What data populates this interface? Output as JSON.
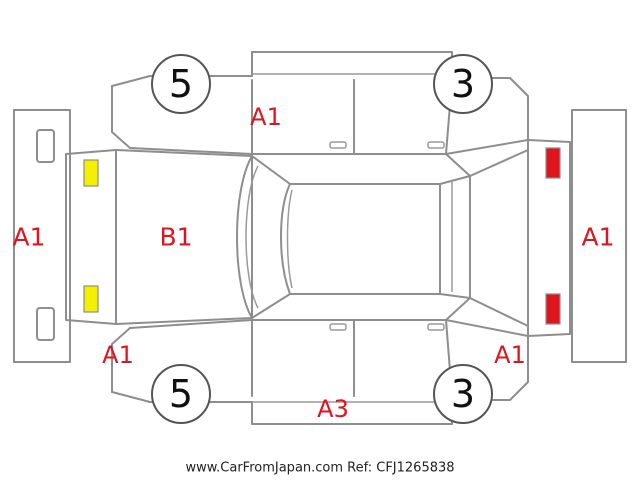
{
  "wheels": {
    "front_left": "5",
    "rear_left": "3",
    "front_right": "5",
    "rear_right": "3"
  },
  "damage_codes": {
    "front_bumper": "A1",
    "rear_bumper": "A1",
    "hood": "B1",
    "left_front_fender": "A1",
    "right_front_fender": "A1",
    "right_rear_fender": "A1",
    "right_sill": "A3"
  },
  "footer": "www.CarFromJapan.com Ref: CFJ1265838",
  "colors": {
    "outline": "#8e8e8e",
    "damage_text": "#e0141e",
    "headlight": "#f5ef00",
    "taillight": "#e0141e"
  },
  "icons": {
    "headlight": "yellow-rectangle",
    "taillight": "red-rectangle"
  }
}
